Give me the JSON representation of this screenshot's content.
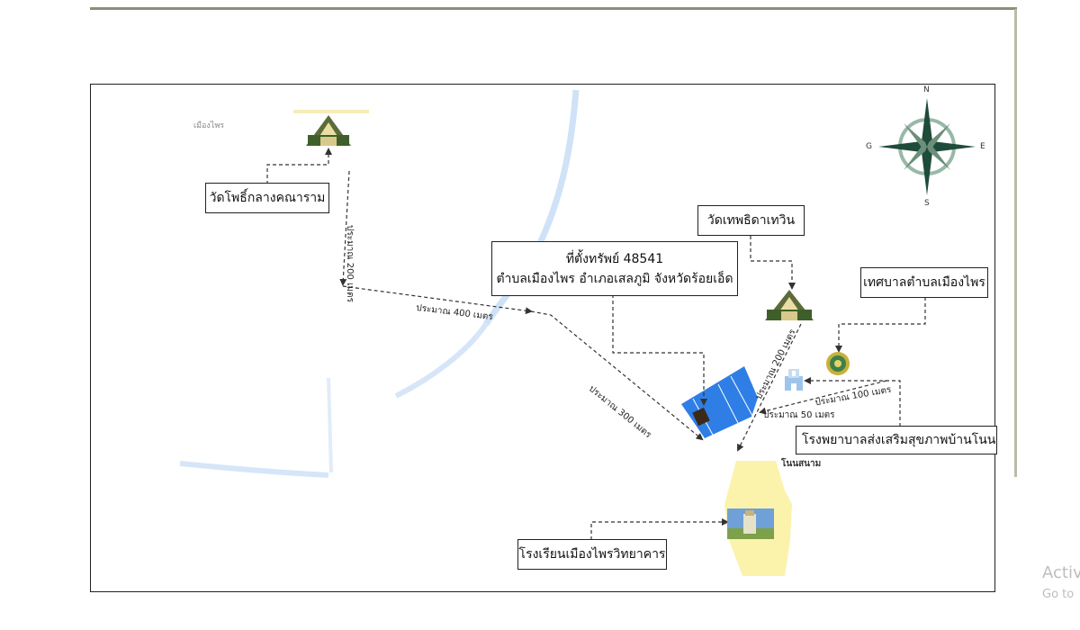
{
  "labels": {
    "wat_pho": "วัดโพธิ์กลางคณาราม",
    "wat_thep": "วัดเทพธิดาเทวิน",
    "property_line1": "ที่ตั้งทรัพย์ 48541",
    "property_line2": "ตำบลเมืองไพร อำเภอเสลภูมิ จังหวัดร้อยเอ็ด",
    "municipality": "เทศบาลตำบลเมืองไพร",
    "hospital": "โรงพยาบาลส่งเสริมสุขภาพบ้านโนนสนาม",
    "school": "โรงเรียนเมืองไพรวิทยาคาร"
  },
  "distances": {
    "d200_top": "ประมาณ 200  เมตร",
    "d400": "ประมาณ 400  เมตร",
    "d300": "ประมาณ 300  เมตร",
    "d200_right": "ประมาณ 200  เมตร",
    "d100": "ประมาณ 100  เมตร",
    "d50": "ประมาณ 50  เมตร"
  },
  "places": {
    "mueang_phrai": "เมืองไพร",
    "non_sanam": "โนนสนาม"
  },
  "compass": {
    "n": "N",
    "s": "S",
    "e": "E",
    "w": "G"
  },
  "watermark": {
    "line1": "Activ",
    "line2": "Go to"
  },
  "colors": {
    "parcel": "#2f7ee6",
    "road": "#c9def5",
    "school_area": "#fbf2a6",
    "arrow": "#333333"
  }
}
